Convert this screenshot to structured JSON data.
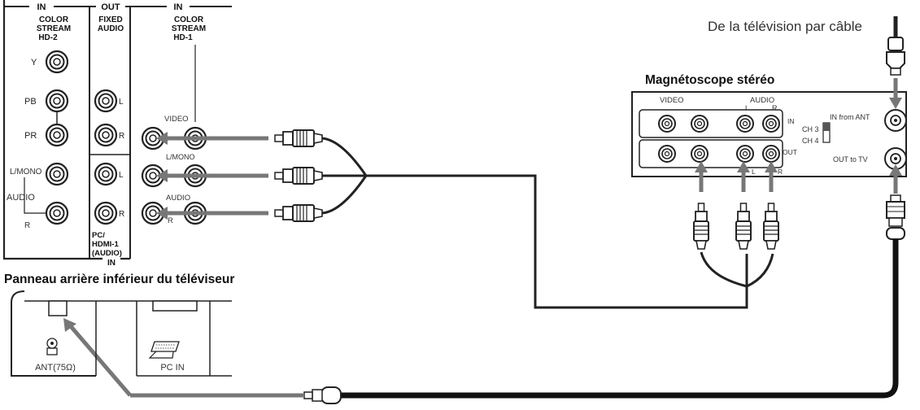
{
  "cable_source_label": "De la télévision par câble",
  "vcr": {
    "title": "Magnétoscope stéréo",
    "video_label": "VIDEO",
    "audio_label": "AUDIO",
    "l_label": "L",
    "r_label": "R",
    "in_label": "IN",
    "out_label": "OUT",
    "ch3_label": "CH 3",
    "ch4_label": "CH 4",
    "in_from_ant_label": "IN from ANT",
    "out_to_tv_label": "OUT to TV"
  },
  "tv_panel": {
    "header_in_left": "IN",
    "header_out": "OUT",
    "header_in_right": "IN",
    "color_stream_hd2": [
      "COLOR",
      "STREAM",
      "HD-2"
    ],
    "fixed_audio": [
      "FIXED",
      "AUDIO"
    ],
    "color_stream_hd1": [
      "COLOR",
      "STREAM",
      "HD-1"
    ],
    "y_label": "Y",
    "pb_label": "PB",
    "pr_label": "PR",
    "l_mono_label": "L/MONO",
    "audio_label": "AUDIO",
    "r_label": "R",
    "fixed_l_label": "L",
    "fixed_r_label": "R",
    "video_label": "VIDEO",
    "hd1_l_mono_label": "L/MONO",
    "hd1_audio_label": "AUDIO",
    "hd1_r_label": "R",
    "pc_hdmi_audio": [
      "PC/",
      "HDMI-1",
      "(AUDIO)"
    ],
    "pc_hdmi_in": "IN"
  },
  "lower_panel": {
    "title": "Panneau arrière inférieur du téléviseur",
    "ant_label": "ANT(75Ω)",
    "pc_in_label": "PC IN"
  }
}
